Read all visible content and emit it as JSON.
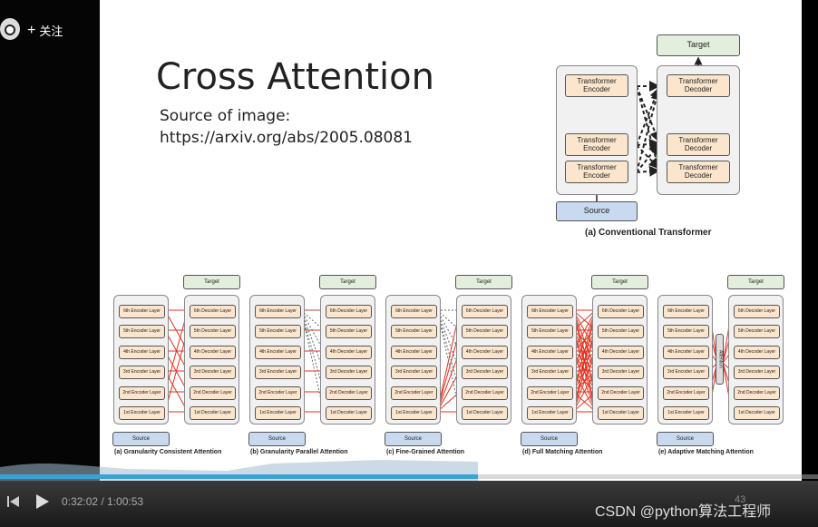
{
  "uploader": {
    "follow_label": "关注"
  },
  "slide": {
    "title": "Cross Attention",
    "source_line1": "Source of image:",
    "source_line2": "https://arxiv.org/abs/2005.08081",
    "top_diagram": {
      "target": "Target",
      "source": "Source",
      "encoder": "Transformer Encoder",
      "decoder": "Transformer Decoder",
      "caption": "(a) Conventional Transformer"
    },
    "panels": [
      {
        "caption": "(a) Granularity Consistent Attention"
      },
      {
        "caption": "(b) Granularity Parallel Attention"
      },
      {
        "caption": "(c) Fine-Grained Attention"
      },
      {
        "caption": "(d) Full Matching Attention"
      },
      {
        "caption": "(e) Adaptive Matching Attention"
      }
    ],
    "encoder_layers": [
      "6th Encoder Layer",
      "5th Encoder Layer",
      "4th Encoder Layer",
      "3rd Encoder Layer",
      "2nd Encoder Layer",
      "1st Encoder Layer"
    ],
    "decoder_layers": [
      "6th Decoder Layer",
      "5th Decoder Layer",
      "4th Decoder Layer",
      "3rd Decoder Layer",
      "2nd Decoder Layer",
      "1st Decoder Layer"
    ],
    "panel_source": "Source",
    "panel_target": "Target",
    "attention_label": "Attention",
    "slide_number": "43"
  },
  "player": {
    "time": "0:32:02 / 1:00:53",
    "progress": 0.584
  },
  "watermark": "CSDN @python算法工程师"
}
